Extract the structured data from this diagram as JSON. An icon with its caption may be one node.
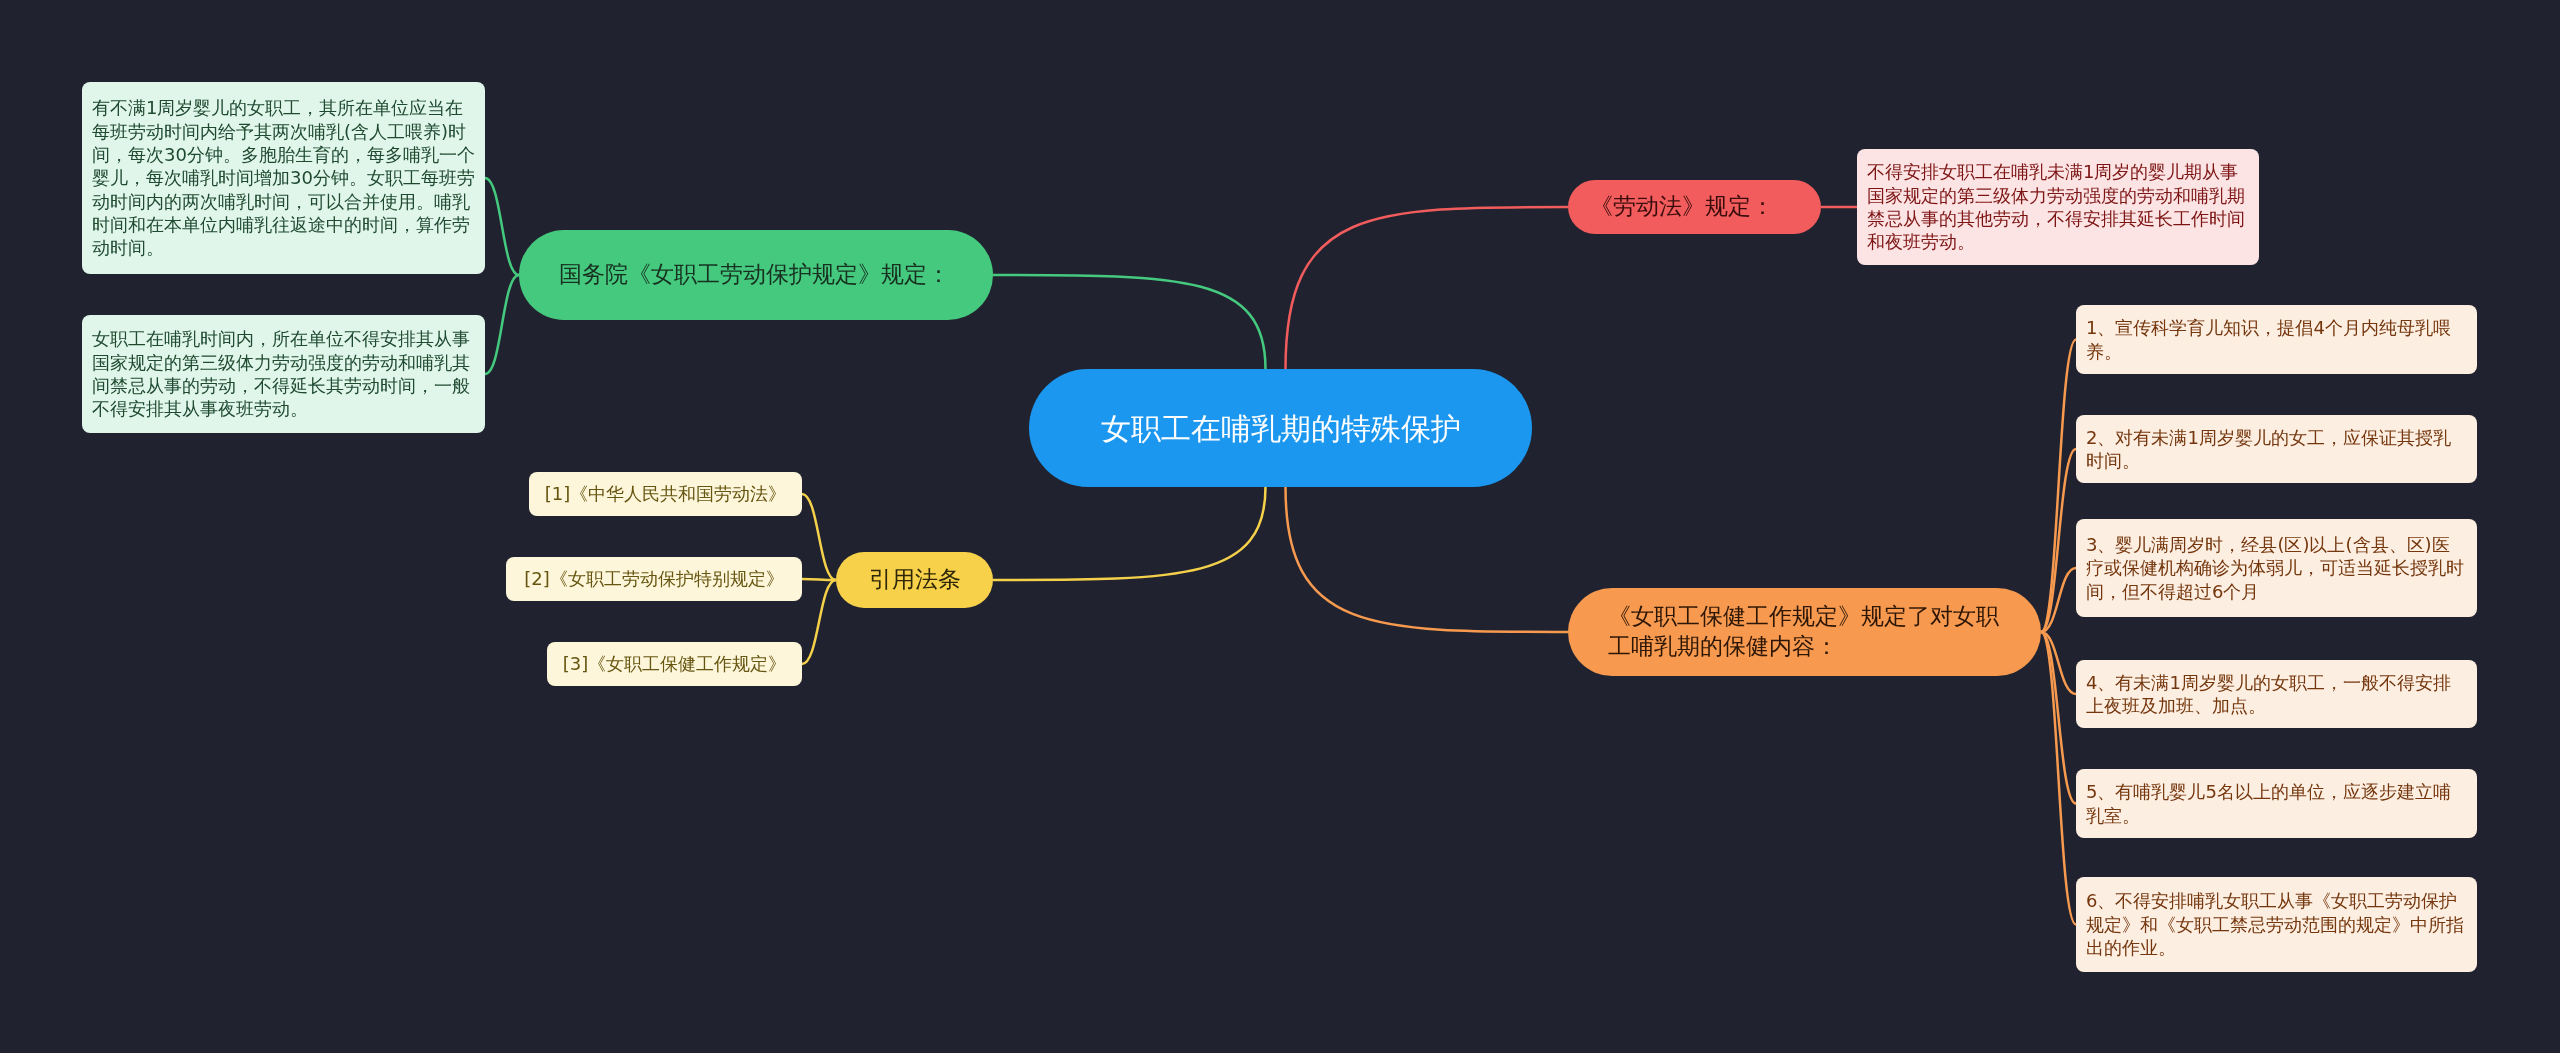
{
  "diagram": {
    "nodes": [
      {
        "text": [
          "女职工在哺乳期的特殊保护"
        ]
      },
      {
        "text": [
          "国务院《女职工劳动保护规定》规定："
        ]
      },
      {
        "text": [
          "有不满1周岁婴儿的女职工，其所在单位应当在每班劳动时间内给予其两次哺乳(含人工喂养)时间，每次30分钟。多胞胎生育的，每多哺乳一个婴儿，每次哺乳时间增加30分钟。女职工每班劳动时间内的两次哺乳时间，可以合并使用。哺乳时间和在本单位内哺乳往返途中的时间，算作劳动时间。"
        ]
      },
      {
        "text": [
          "女职工在哺乳时间内，所在单位不得安排其从事国家规定的第三级体力劳动强度的劳动和哺乳其间禁忌从事的劳动，不得延长其劳动时间，一般不得安排其从事夜班劳动。"
        ]
      },
      {
        "text": [
          "《劳动法》规定："
        ]
      },
      {
        "text": [
          "不得安排女职工在哺乳未满1周岁的婴儿期从事国家规定的第三级体力劳动强度的劳动和哺乳期禁忌从事的其他劳动，不得安排其延长工作时间和夜班劳动。"
        ]
      },
      {
        "text": [
          "引用法条"
        ]
      },
      {
        "text": [
          "[1]《中华人民共和国劳动法》"
        ]
      },
      {
        "text": [
          "[2]《女职工劳动保护特别规定》"
        ]
      },
      {
        "text": [
          "[3]《女职工保健工作规定》"
        ]
      },
      {
        "text": [
          "《女职工保健工作规定》规定了对女职工哺乳期的保健内容："
        ]
      },
      {
        "text": [
          "1、宣传科学育儿知识，提倡4个月内纯母乳喂养。"
        ]
      },
      {
        "text": [
          "2、对有未满1周岁婴儿的女工，应保证其授乳时间。"
        ]
      },
      {
        "text": [
          "3、婴儿满周岁时，经县(区)以上(含县、区)医疗或保健机构确诊为体弱儿，可适当延长授乳时间，但不得超过6个月"
        ]
      },
      {
        "text": [
          "4、有未满1周岁婴儿的女职工，一般不得安排上夜班及加班、加点。"
        ]
      },
      {
        "text": [
          "5、有哺乳婴儿5名以上的单位，应逐步建立哺乳室。"
        ]
      },
      {
        "text": [
          "6、不得安排哺乳女职工从事《女职工劳动保护规定》和《女职工禁忌劳动范围的规定》中所指出的作业。"
        ]
      }
    ],
    "edges": [
      {
        "from": 0,
        "to": 1,
        "arrow": "none",
        "color": "#45c97f"
      },
      {
        "from": 1,
        "to": 2,
        "arrow": "none",
        "color": "#45c97f"
      },
      {
        "from": 1,
        "to": 3,
        "arrow": "none",
        "color": "#45c97f"
      },
      {
        "from": 0,
        "to": 4,
        "arrow": "none",
        "color": "#f25c5c"
      },
      {
        "from": 4,
        "to": 5,
        "arrow": "none",
        "color": "#f25c5c"
      },
      {
        "from": 0,
        "to": 6,
        "arrow": "none",
        "color": "#f5d04a"
      },
      {
        "from": 6,
        "to": 7,
        "arrow": "none",
        "color": "#f5d04a"
      },
      {
        "from": 6,
        "to": 8,
        "arrow": "none",
        "color": "#f5d04a"
      },
      {
        "from": 6,
        "to": 9,
        "arrow": "none",
        "color": "#f5d04a"
      },
      {
        "from": 0,
        "to": 10,
        "arrow": "none"
      },
      {
        "from": 10,
        "to": 11,
        "arrow": "none"
      },
      {
        "from": 10,
        "to": 12,
        "arrow": "none"
      },
      {
        "from": 10,
        "to": 13,
        "arrow": "none"
      },
      {
        "from": 10,
        "to": 14,
        "arrow": "none"
      },
      {
        "from": 10,
        "to": 15,
        "arrow": "none"
      },
      {
        "from": 10,
        "to": 16,
        "arrow": "none"
      }
    ]
  }
}
